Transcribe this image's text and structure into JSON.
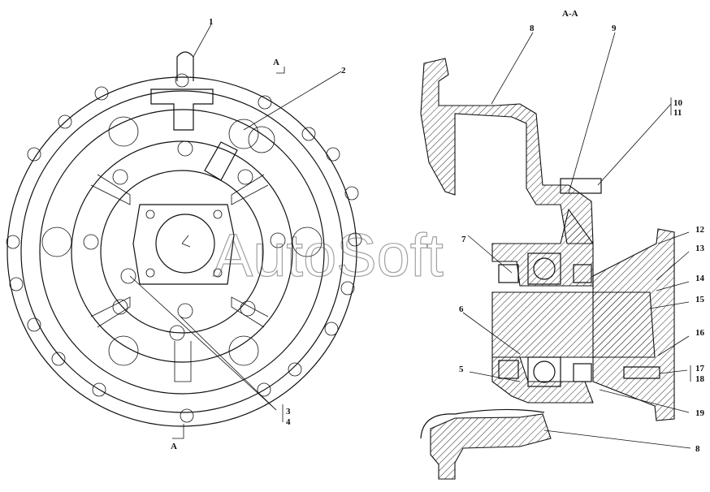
{
  "section_title": "A-A",
  "section_marks": [
    "A",
    "A"
  ],
  "watermark": "AutoSoft",
  "callouts": [
    "1",
    "2",
    "3",
    "4",
    "5",
    "6",
    "7",
    "8",
    "9",
    "10",
    "11",
    "12",
    "13",
    "14",
    "15",
    "16",
    "17",
    "18",
    "19",
    "8"
  ]
}
